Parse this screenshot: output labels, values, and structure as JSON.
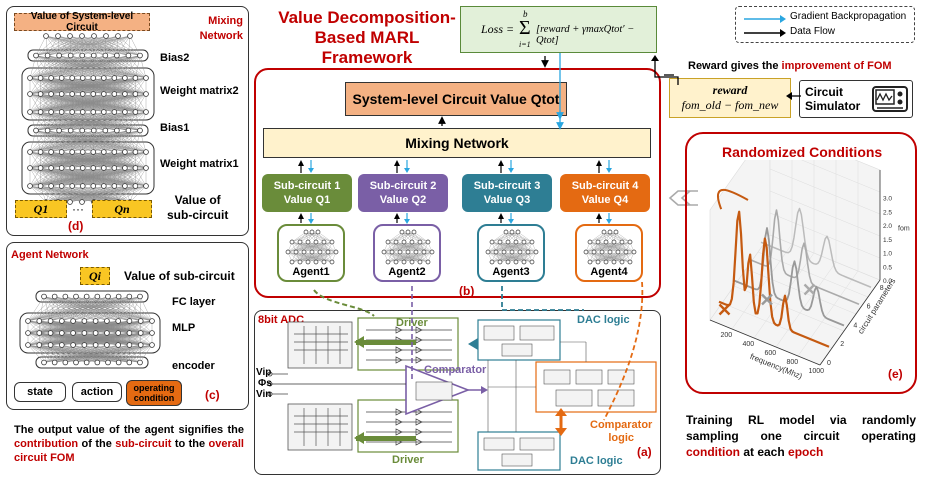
{
  "title": {
    "line1": "Value Decomposition-",
    "line2": "Based MARL Framework"
  },
  "legend": {
    "gradient": "Gradient Backpropagation",
    "dataflow": "Data Flow"
  },
  "loss": {
    "lhs": "Loss =",
    "sum_top": "b",
    "sum_bottom": "i=1",
    "body": "[reward + γmaxQtot′ − Qtot]"
  },
  "reward_note": {
    "prefix": "Reward gives the ",
    "highlight": "improvement of FOM"
  },
  "reward_box": {
    "line1": "reward",
    "line2": "fom_old − fom_new"
  },
  "simulator": {
    "line1": "Circuit",
    "line2": "Simulator"
  },
  "system_value": "System-level Circuit Value Qtot",
  "mixing_network": "Mixing Network",
  "subcircuits": [
    {
      "line1": "Sub-circuit 1",
      "line2": "Value  Q1",
      "color": "#6a8c3a"
    },
    {
      "line1": "Sub-circuit 2",
      "line2": "Value  Q2",
      "color": "#7a5fa6"
    },
    {
      "line1": "Sub-circuit 3",
      "line2": "Value  Q3",
      "color": "#2e7e94"
    },
    {
      "line1": "Sub-circuit 4",
      "line2": "Value  Q4",
      "color": "#e46a12"
    }
  ],
  "agents": [
    "Agent1",
    "Agent2",
    "Agent3",
    "Agent4"
  ],
  "label_b": "(b)",
  "panel_d": {
    "header": "Value of System-level Circuit",
    "title1": "Mixing",
    "title2": "Network",
    "bias2": "Bias2",
    "weight2": "Weight matrix2",
    "bias1": "Bias1",
    "weight1": "Weight matrix1",
    "q1": "Q1",
    "qn": "Qn",
    "value1": "Value of",
    "value2": "sub-circuit",
    "label": "(d)"
  },
  "panel_c": {
    "title": "Agent Network",
    "qi": "Qi",
    "value": "Value of sub-circuit",
    "fc": "FC layer",
    "mlp": "MLP",
    "encoder": "encoder",
    "state": "state",
    "action": "action",
    "operating": "operating condition",
    "label": "(c)"
  },
  "bottom_text": {
    "p1": "The  output value of the agent signifies the ",
    "contribution": "contribution",
    "p2": " of the ",
    "sub": "sub-circuit",
    "p3": " to the ",
    "overall": "overall circuit FOM"
  },
  "panel_a": {
    "title": "8bit ADC",
    "driver_top": "Driver",
    "driver_bottom": "Driver",
    "comparator": "Comparator",
    "dac_top": "DAC logic",
    "dac_bottom": "DAC logic",
    "comp_logic1": "Comparator",
    "comp_logic2": "logic",
    "vin_p": "Vip",
    "phi": "Φs",
    "vin_n": "Vin",
    "label": "(a)"
  },
  "panel_e": {
    "title": "Randomized Conditions",
    "xlabel": "frequency(Mhz)",
    "ylabel": "circuit parameters",
    "zlabel": "fom",
    "xticks": [
      "200",
      "400",
      "600",
      "800",
      "1000"
    ],
    "yticks": [
      "0",
      "2",
      "4",
      "6",
      "8"
    ],
    "zticks": [
      "0.0",
      "0.5",
      "1.0",
      "1.5",
      "2.0",
      "2.5",
      "3.0"
    ],
    "label": "(e)"
  },
  "training_text": {
    "p1": "Training RL model via randomly sampling one circuit operating ",
    "condition": "condition",
    "p2": " at each ",
    "epoch": "epoch"
  }
}
